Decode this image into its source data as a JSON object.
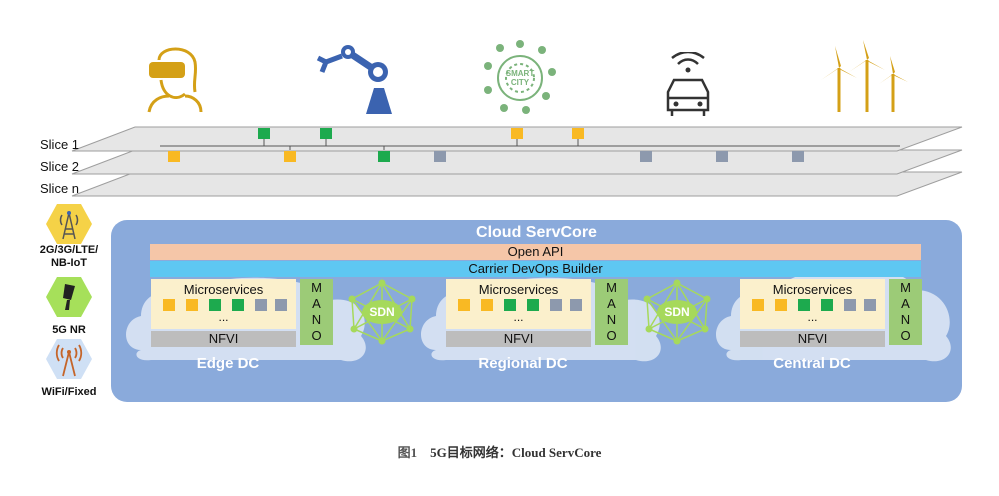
{
  "colors": {
    "icon_gold": "#d4a017",
    "icon_blue": "#3b63b0",
    "icon_green": "#7bb37b",
    "panel_blue": "#8aaadb",
    "open_api": "#f5c6a8",
    "devops": "#5ec7f2",
    "microservices": "#fbf0cc",
    "nfvi": "#bdbdbd",
    "mano": "#9ccb77",
    "sdn": "#a6d95b",
    "yellow_node": "#f9b923",
    "green_node": "#1daa4e",
    "gray_node": "#8d99ad"
  },
  "icons": [
    "vr-headset-person-icon",
    "robot-arm-icon",
    "smart-city-icon",
    "connected-car-icon",
    "wind-turbine-icon"
  ],
  "smart_city_text": "SMART CITY",
  "slices": [
    "Slice 1",
    "Slice 2",
    "Slice n"
  ],
  "access": [
    {
      "label_line1": "2G/3G/LTE/",
      "label_line2": "NB-IoT",
      "icon": "cell-tower-icon"
    },
    {
      "label_line1": "5G NR",
      "label_line2": "",
      "icon": "5g-antenna-icon"
    },
    {
      "label_line1": "WiFi/Fixed",
      "label_line2": "",
      "icon": "wifi-tower-icon"
    }
  ],
  "cloud": {
    "title": "Cloud ServCore",
    "open_api": "Open API",
    "devops": "Carrier DevOps Builder",
    "microservices": "Microservices",
    "ellipsis": "...",
    "nfvi": "NFVI",
    "mano": [
      "M",
      "A",
      "N",
      "O"
    ],
    "sdn": "SDN",
    "dcs": [
      "Edge DC",
      "Regional DC",
      "Central DC"
    ]
  },
  "caption": {
    "fig": "图1",
    "text": "5G目标网络：Cloud ServCore"
  }
}
